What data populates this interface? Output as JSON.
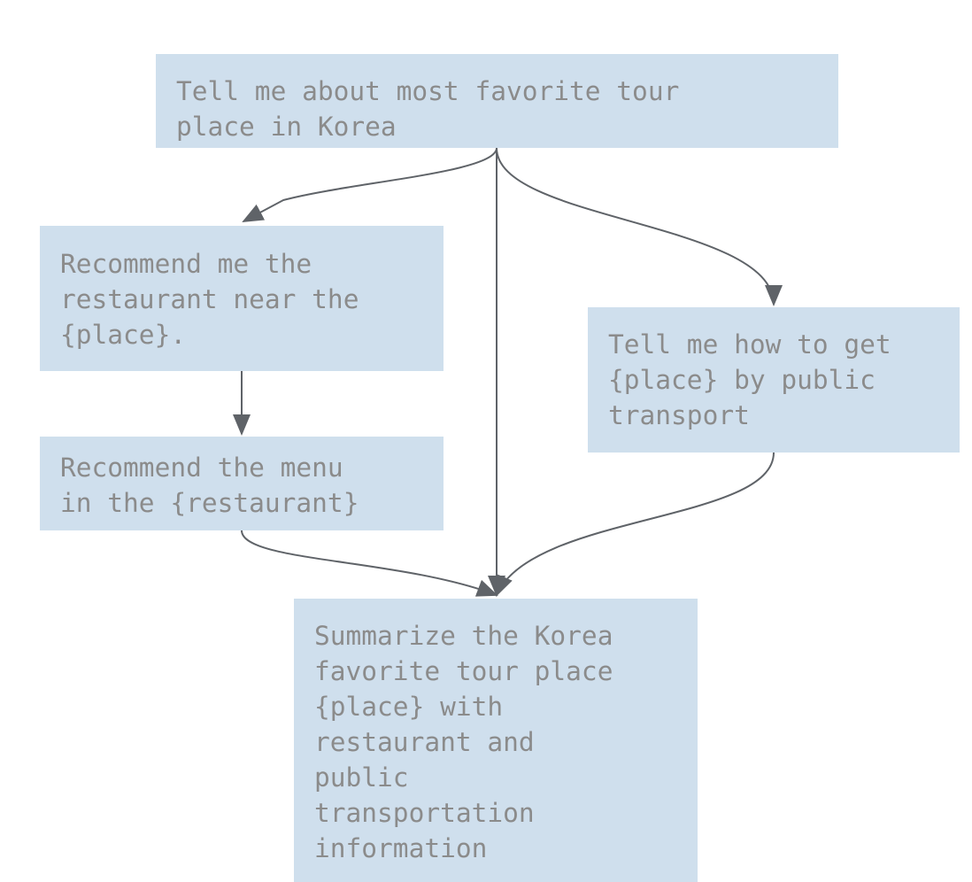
{
  "diagram": {
    "nodes": {
      "tour_place": "Tell me about most favorite tour\nplace in Korea",
      "restaurant": "Recommend me the\nrestaurant near the\n{place}.",
      "transport": "Tell me how to get\n{place} by public\ntransport",
      "menu": "Recommend the menu\nin the {restaurant}",
      "summary": "Summarize the Korea\nfavorite tour place\n{place} with\nrestaurant and\npublic\ntransportation\ninformation"
    },
    "edges": [
      {
        "from": "tour_place",
        "to": "restaurant"
      },
      {
        "from": "tour_place",
        "to": "summary"
      },
      {
        "from": "tour_place",
        "to": "transport"
      },
      {
        "from": "restaurant",
        "to": "menu"
      },
      {
        "from": "menu",
        "to": "summary"
      },
      {
        "from": "transport",
        "to": "summary"
      }
    ],
    "colors": {
      "node_fill": "#cfdfed",
      "node_text": "#8b8b8b",
      "edge": "#5f6368"
    }
  }
}
